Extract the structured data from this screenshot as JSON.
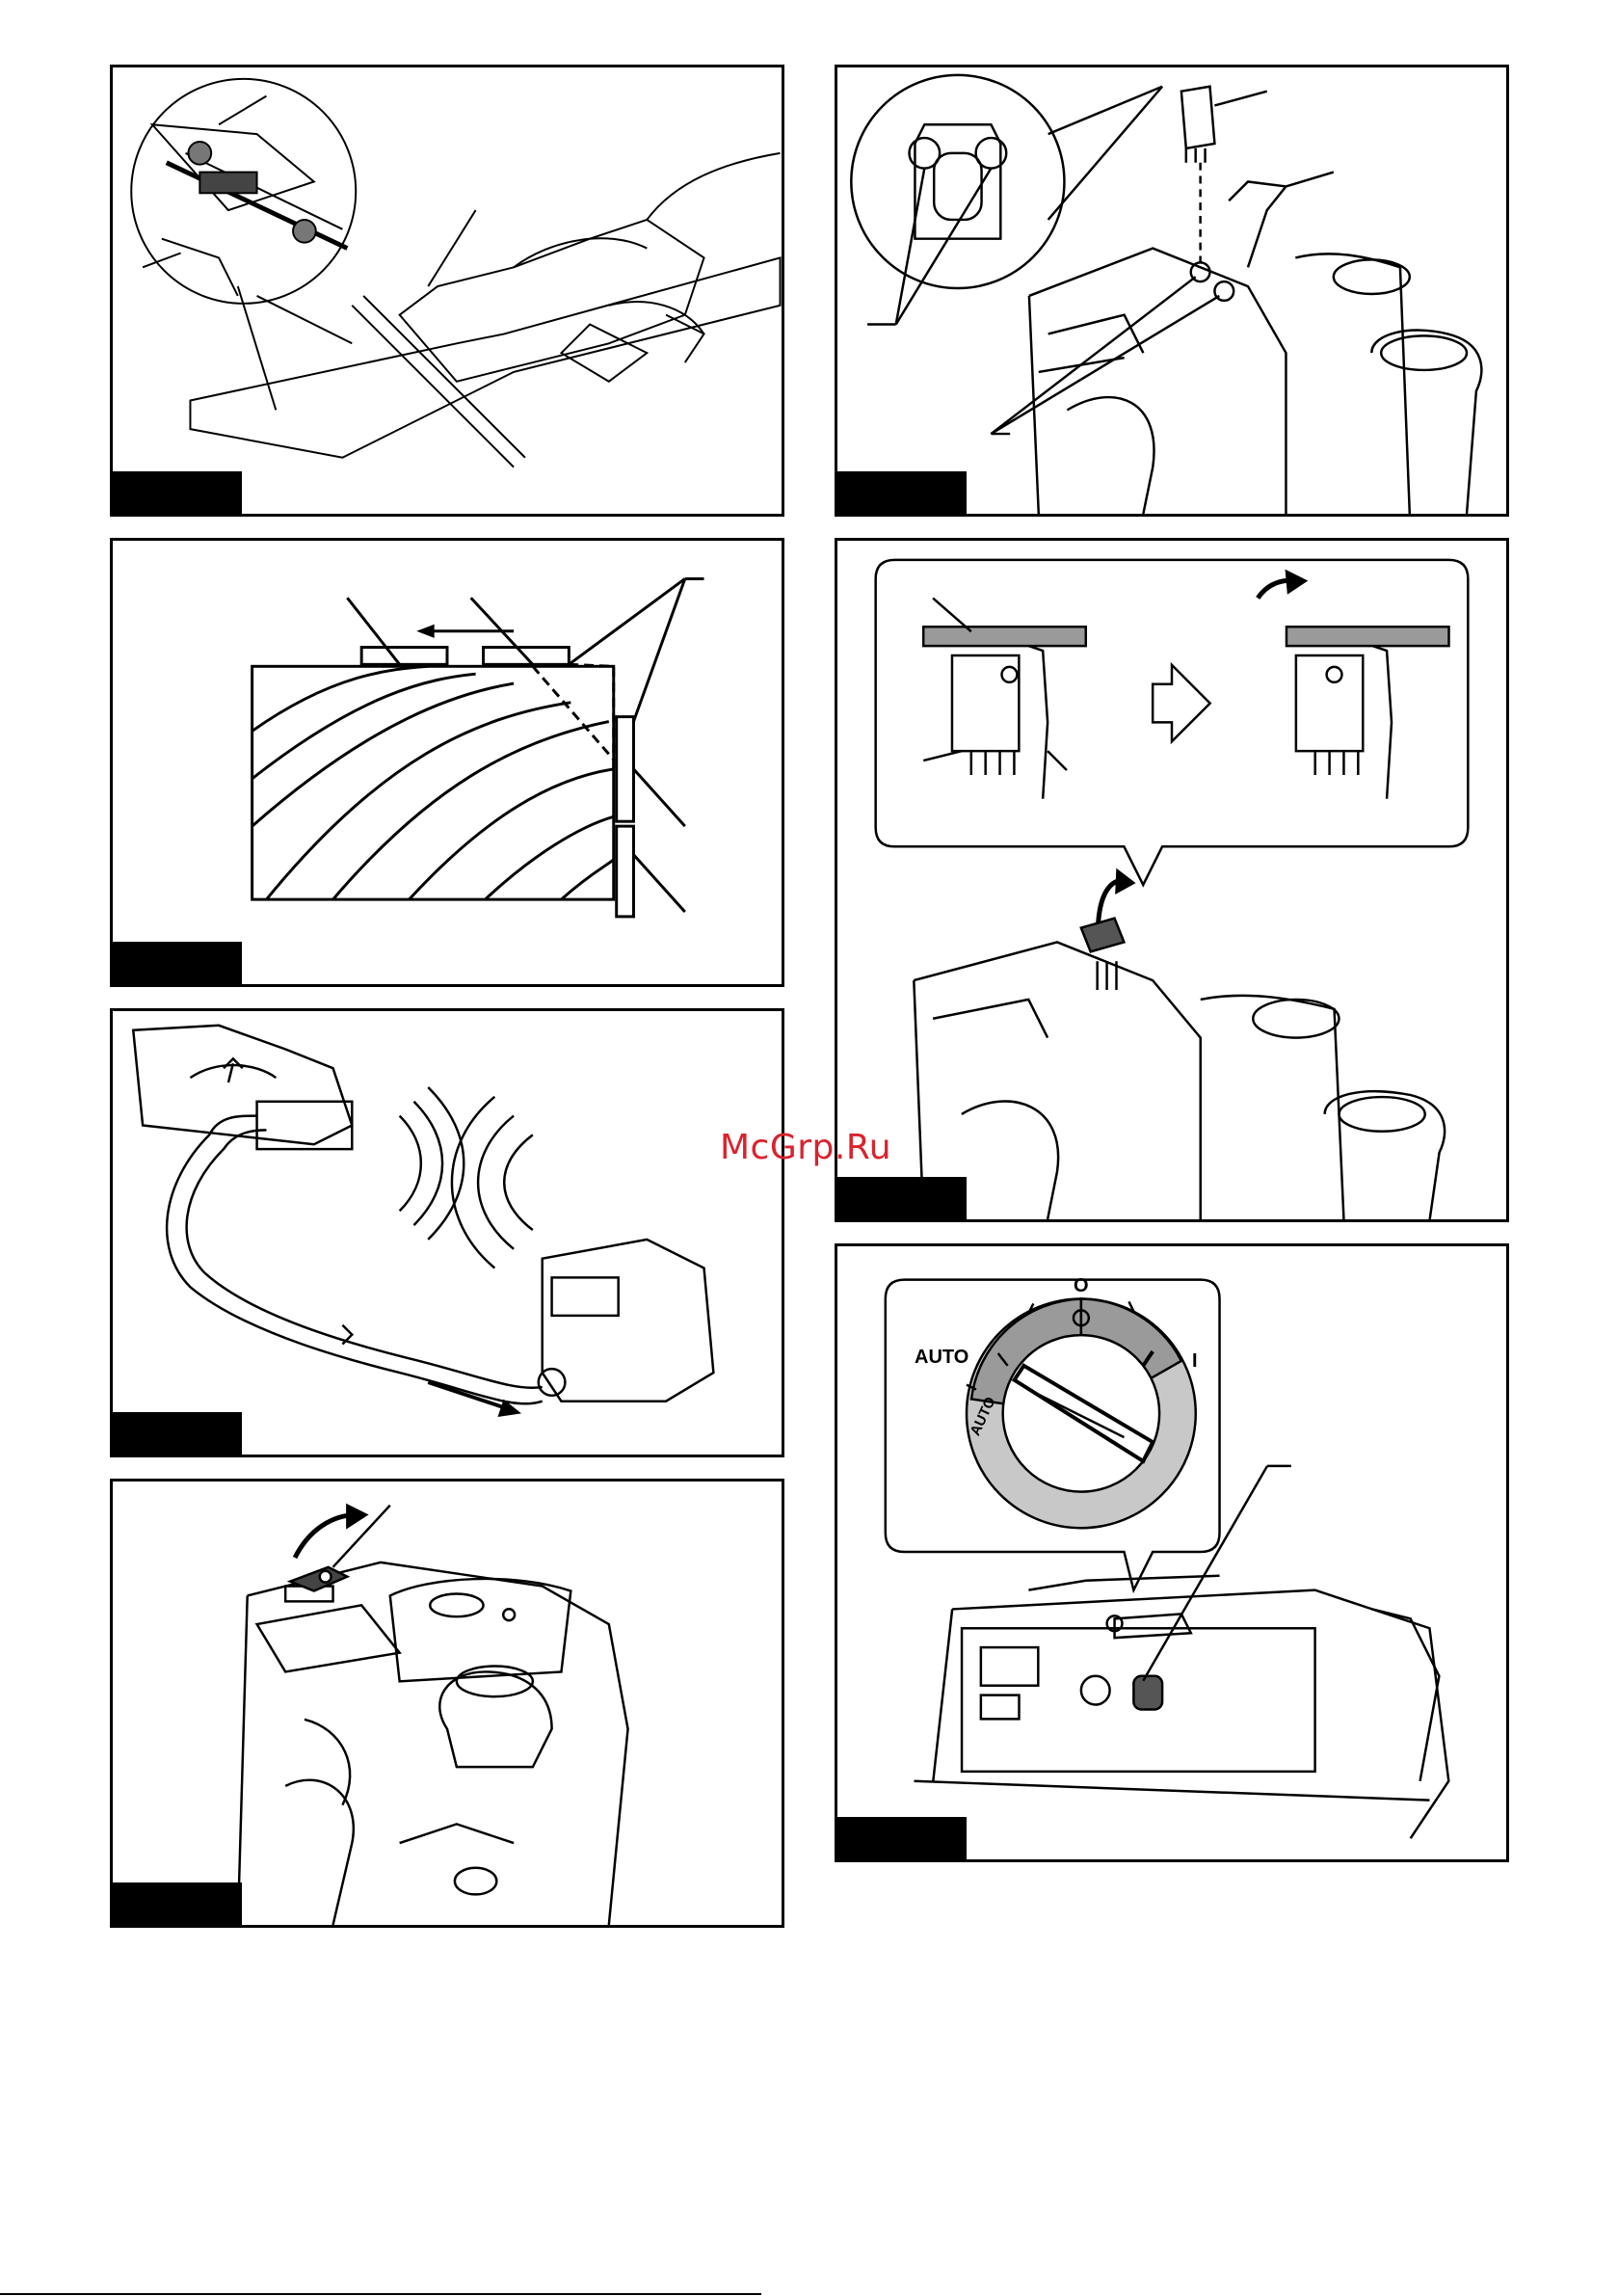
{
  "watermark": "McGrp.Ru",
  "figures": [
    {
      "id": "fig-planer-guide",
      "column": "left",
      "row": 1
    },
    {
      "id": "fig-wood-grain-edge",
      "column": "left",
      "row": 2
    },
    {
      "id": "fig-dust-extraction",
      "column": "left",
      "row": 3
    },
    {
      "id": "fig-lever-lift",
      "column": "left",
      "row": 4
    },
    {
      "id": "fig-filter-insert",
      "column": "right",
      "row": 1
    },
    {
      "id": "fig-filter-remove",
      "column": "right",
      "row": 2
    },
    {
      "id": "fig-mode-dial",
      "column": "right",
      "row": 3
    }
  ],
  "mode_dial": {
    "auto_label": "AUTO",
    "off_label": "O",
    "on_label": "I",
    "knob_auto_text": "AUTO"
  },
  "colors": {
    "line": "#000000",
    "dial_gray": "#9a9a9a",
    "dial_light": "#c8c8c8",
    "watermark": "#d9232e"
  }
}
